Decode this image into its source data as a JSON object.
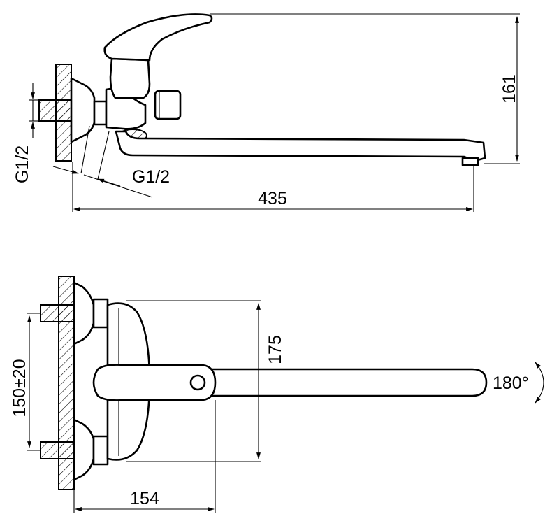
{
  "top_view": {
    "thread_vertical": "G1/2",
    "thread_angled": "G1/2",
    "height_dim": "161",
    "length_dim": "435"
  },
  "front_view": {
    "spacing_dim": "150±20",
    "depth_dim": "175",
    "width_dim": "154",
    "rotation": "180°"
  }
}
